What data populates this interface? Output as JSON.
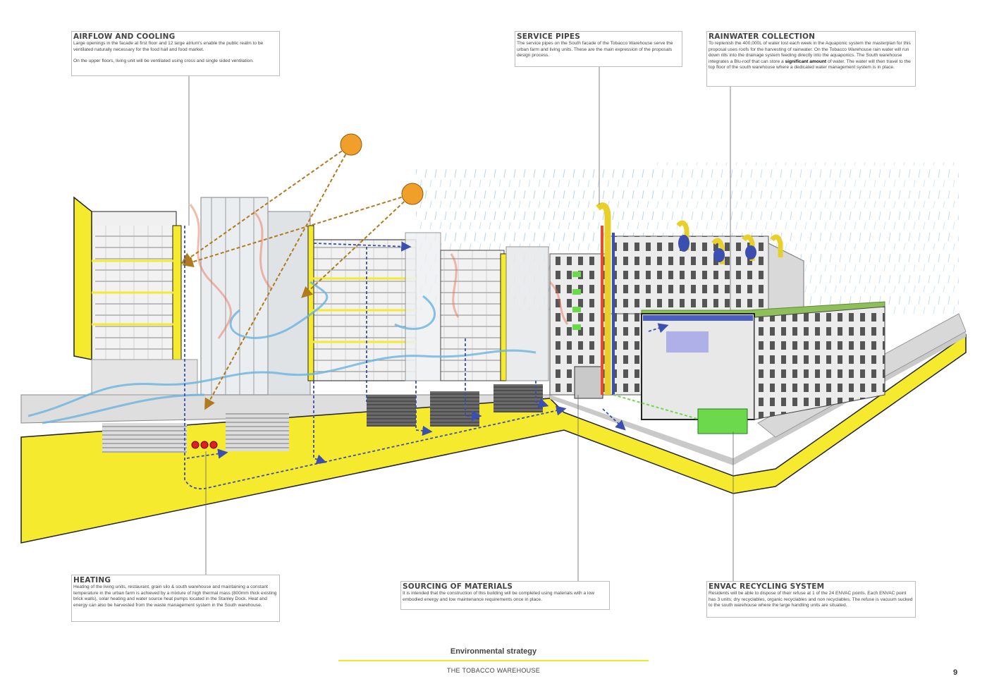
{
  "annotations": {
    "airflow": {
      "title": "AIRFLOW AND COOLING",
      "p1": "Large openings in the facade at first floor and 12 large atrium's enable the public realm to be ventilated naturally necessary for the food hall and food market.",
      "p2": "On the upper floors, living unit will be ventilated using cross and single sided ventilation."
    },
    "service_pipes": {
      "title": "SERVICE PIPES",
      "body": "The service pipes on the South facade of the Tobacco Warehouse serve the urban farm and living units. These are the main expression of the proposals design process."
    },
    "rainwater": {
      "title": "RAINWATER COLLECTION",
      "body_before": "To replenish the 400,000L of water lost each week in the Aquaponic system the masterplan for this proposal uses roofs for the harvesting of rainwater. On the Tobacco Warehouse  rain water will run down rills into the drainage system feeding directly into the aquaponics. The South warehouse integrates a Blu-roof that can store a ",
      "body_bold": "significant amount",
      "body_after": " of water. The water will then travel to the top floor of the south warehouse where a dedicated water management system is in place."
    },
    "heating": {
      "title": "HEATING",
      "body": "Heating of the living units, restaurant, grain silo & south warehouse and maintaining a constant temperature in the urban farm is achieved by a mixture of high thermal mass (800mm thick existing brick walls), solar heating and water source heat pumps located in the Stanley Dock. Heat and energy can also be harvested from the waste management system in the South warehouse."
    },
    "materials": {
      "title": "SOURCING OF MATERIALS",
      "body": "It is intended that the construction of this building will be completed using materials with a low embodied energy and low maintenance requirements once in place."
    },
    "envac": {
      "title": "ENVAC RECYCLING SYSTEM",
      "body": "Residents will be able to dispose of their refuse at 1 of the 24 ENVAC points. Each ENVAC point has 3 units; dry recyclables, organic recyclables and non recyclables. The refuse is vacuum sucked to the south warehouse where the large handling units are situated."
    }
  },
  "footer": {
    "title": "Environmental strategy",
    "subtitle": "THE TOBACCO WAREHOUSE",
    "page_number": "9"
  },
  "colors": {
    "structure_yellow": "#f5ea2d",
    "sun_orange": "#f0a02a",
    "pipe_yellow": "#e8cf2a",
    "pipe_blue": "#3a4fb0",
    "airflow_blue": "#6ab4e0",
    "warm_air_red": "#e86a4a",
    "heat_red": "#e02020",
    "water_mgmt_green": "#6cd84c",
    "roof_green": "#8fbf5a",
    "leader_line": "#666666"
  }
}
